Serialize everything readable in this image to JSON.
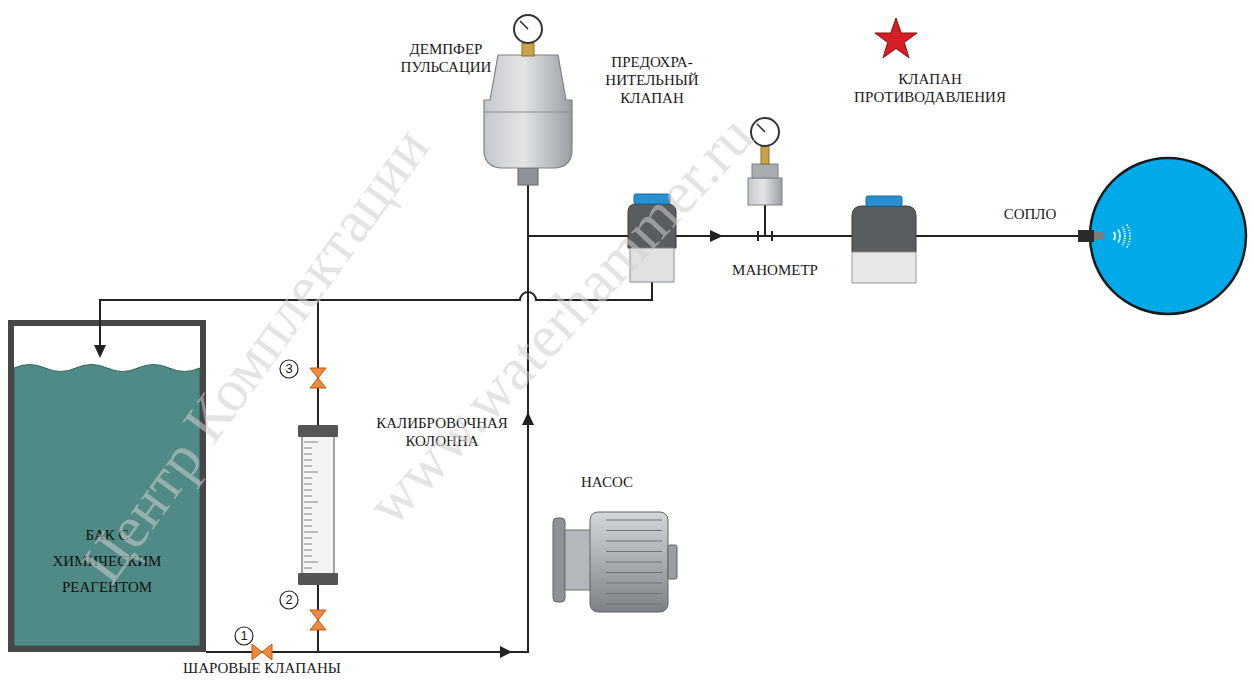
{
  "diagram": {
    "nodes": [
      {
        "text": [
          "БАК С ХИМИЧЕСКИМ РЕАГЕНТОМ"
        ]
      }
    ],
    "labels": [
      "ДЕМПФЕР ПУЛЬСАЦИИ",
      "ПРЕДОХРА- НИТЕЛЬНЫЙ КЛАПАН",
      "КЛАПАН ПРОТИВОДАВЛЕНИЯ",
      "СОПЛО",
      "МАНОМЕТР",
      "КАЛИБРОВОЧНАЯ КОЛОННА",
      "НАСОС",
      "ШАРОВЫЕ КЛАПАНЫ",
      "1",
      "2",
      "3",
      "Центр Комплектации",
      "www.waterhammer.ru"
    ]
  }
}
